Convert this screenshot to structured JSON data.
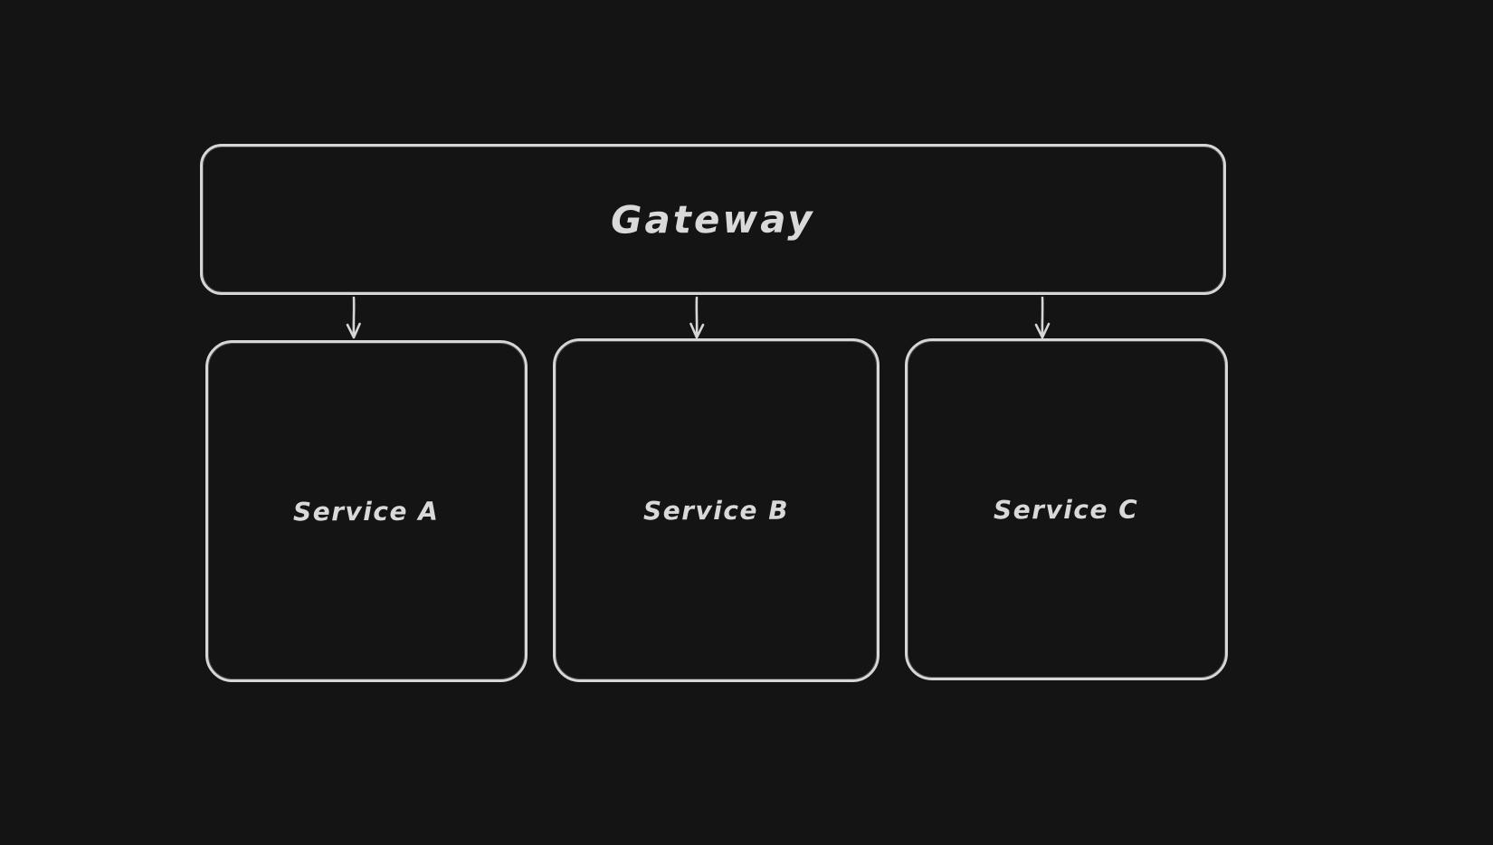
{
  "diagram": {
    "type": "architecture-flow",
    "nodes": [
      {
        "id": "gateway",
        "label": "Gateway"
      },
      {
        "id": "service-a",
        "label": "Service A"
      },
      {
        "id": "service-b",
        "label": "Service B"
      },
      {
        "id": "service-c",
        "label": "Service C"
      }
    ],
    "edges": [
      {
        "from": "gateway",
        "to": "service-a",
        "style": "arrow-down"
      },
      {
        "from": "gateway",
        "to": "service-b",
        "style": "arrow-down"
      },
      {
        "from": "gateway",
        "to": "service-c",
        "style": "arrow-down"
      }
    ],
    "colors": {
      "background": "#141414",
      "stroke": "#d6d6d6",
      "text": "#d9d9d9"
    }
  }
}
